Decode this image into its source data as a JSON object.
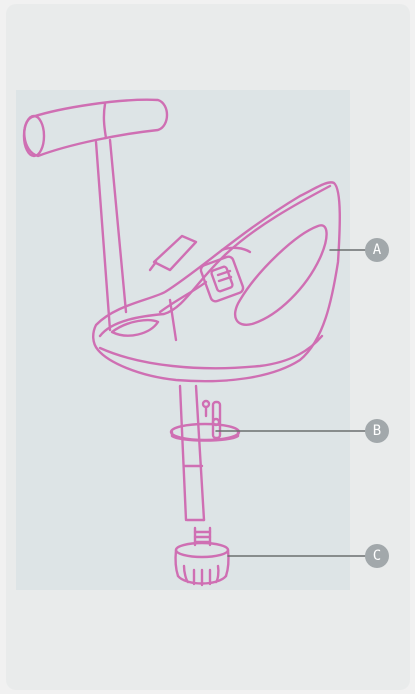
{
  "colors": {
    "line_art": "#cf6fb3",
    "leader_line": "#6b6e6f",
    "badge": "#a2a8ab",
    "panel": "#dde4e6",
    "card": "#e9ebeb"
  },
  "callouts": [
    {
      "label": "A"
    },
    {
      "label": "B"
    },
    {
      "label": "C"
    }
  ]
}
